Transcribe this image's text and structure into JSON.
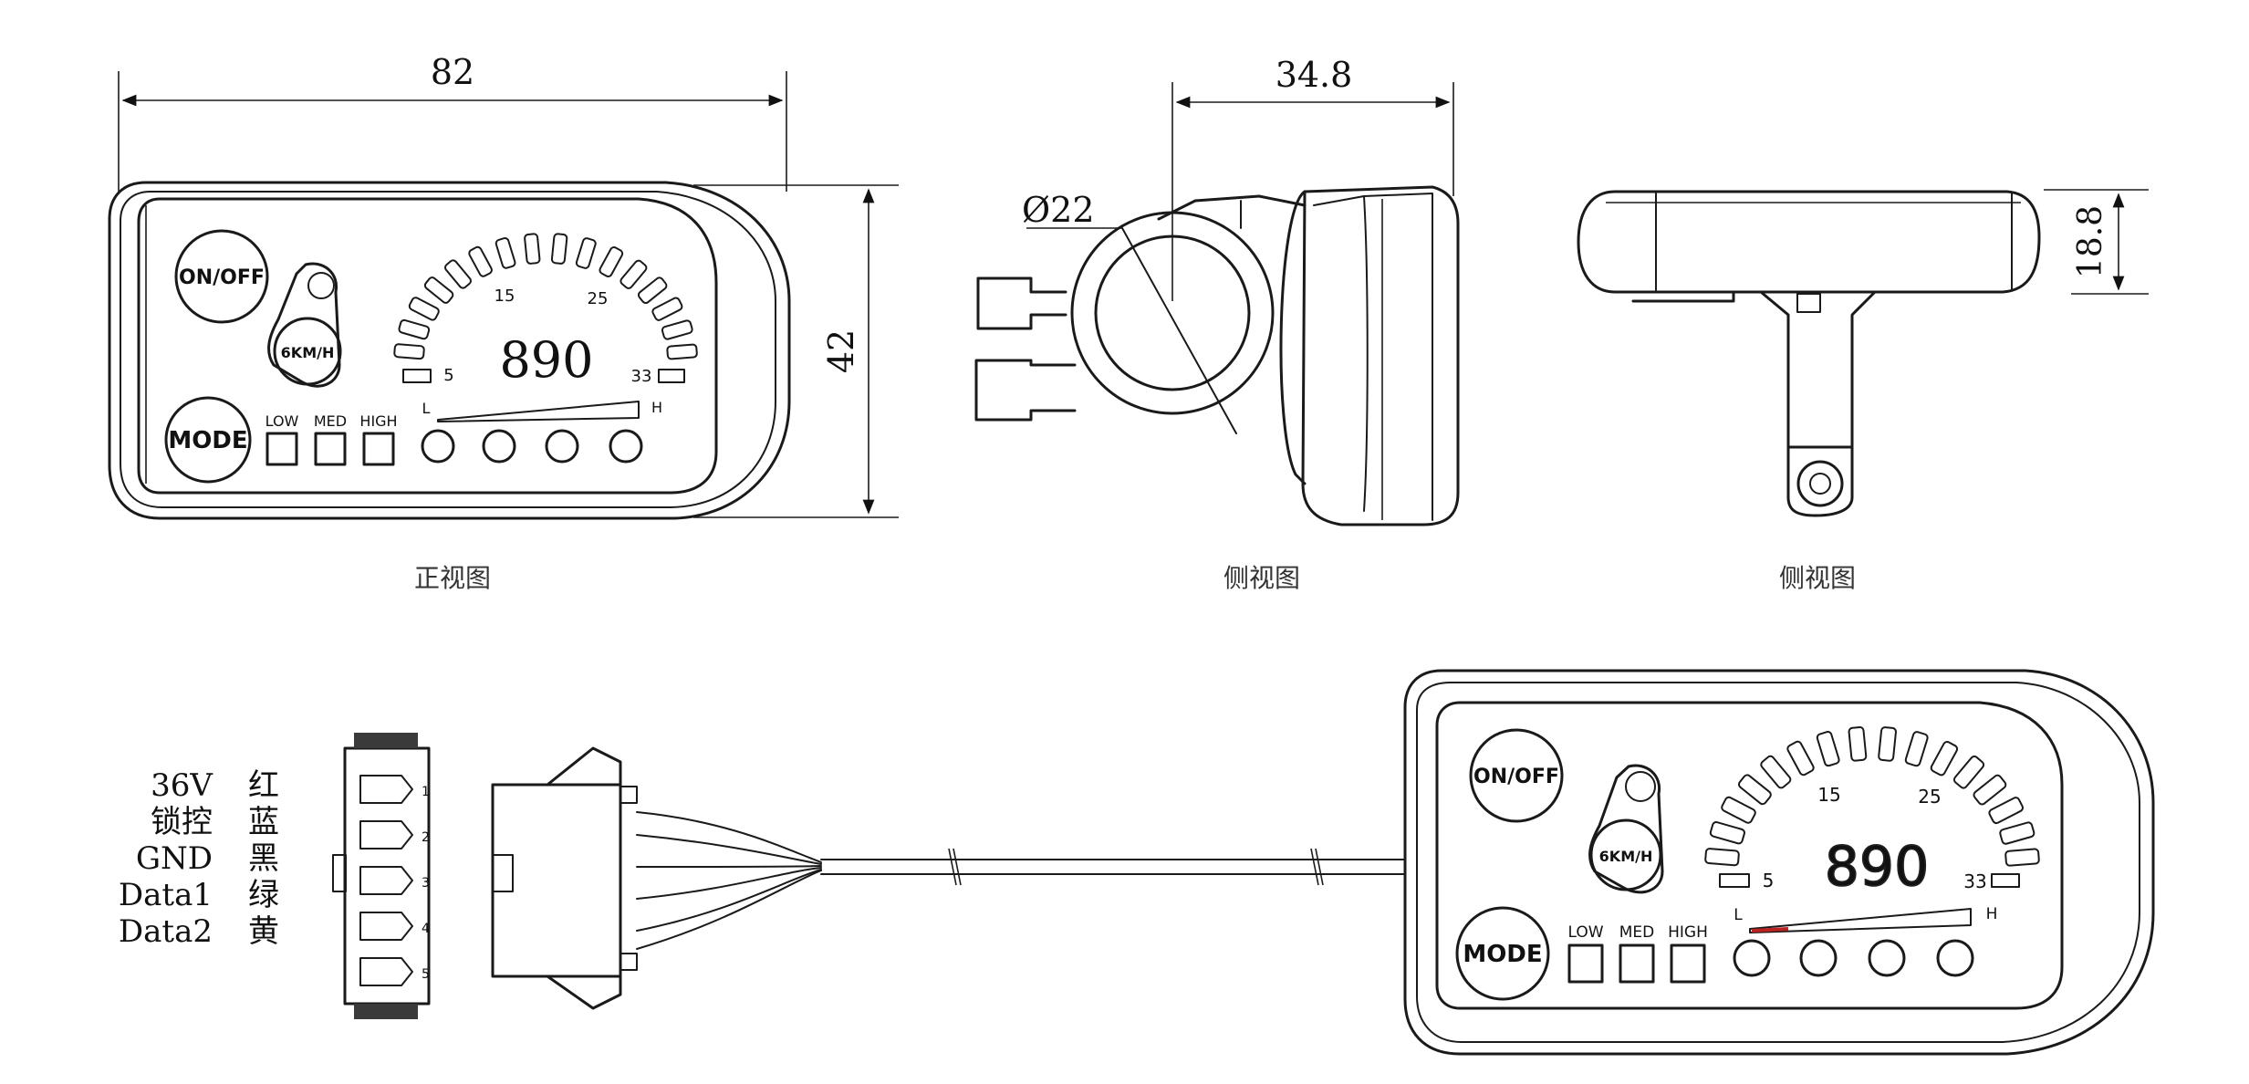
{
  "dimensions": {
    "width": "82",
    "height": "42",
    "depth": "34.8",
    "clamp_diameter": "Ø22",
    "thickness": "18.8"
  },
  "views": {
    "front": "正视图",
    "side1": "侧视图",
    "side2": "侧视图"
  },
  "display": {
    "power_button": "ON/OFF",
    "unit_button": "6KM/H",
    "mode_button": "MODE",
    "speed_value": "890",
    "scale_5": "5",
    "scale_15": "15",
    "scale_25": "25",
    "scale_33": "33",
    "low_label": "L",
    "high_label": "H",
    "assist_low": "LOW",
    "assist_med": "MED",
    "assist_high": "HIGH"
  },
  "wiring": [
    {
      "signal": "36V",
      "color": "红",
      "pin": "1"
    },
    {
      "signal": "锁控",
      "color": "蓝",
      "pin": "2"
    },
    {
      "signal": "GND",
      "color": "黑",
      "pin": "3"
    },
    {
      "signal": "Data1",
      "color": "绿",
      "pin": "4"
    },
    {
      "signal": "Data2",
      "color": "黄",
      "pin": "5"
    }
  ]
}
